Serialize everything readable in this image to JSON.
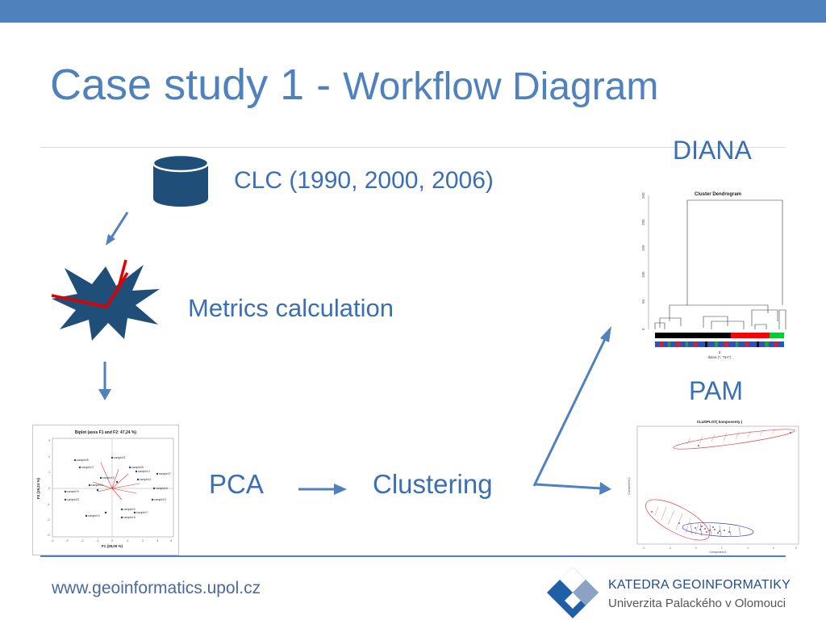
{
  "slide": {
    "title_main": "Case study 1 - ",
    "title_sub": "Workflow Diagram"
  },
  "workflow": {
    "clc_label": "CLC (1990, 2000, 2006)",
    "metrics_label": "Metrics  calculation",
    "pca_label": "PCA",
    "clustering_label": "Clustering",
    "diana_label": "DIANA",
    "pam_label": "PAM"
  },
  "biplot": {
    "title": "Biplot (axes F1 and F2: 47,24 %)",
    "xlabel": "F1 (28,00 %)",
    "ylabel": "F2 (19,24 %)",
    "samples": [
      "sample05",
      "sample21",
      "sample13",
      "sample09",
      "sample12",
      "sample27",
      "sample15",
      "sample11",
      "sample19",
      "sample23",
      "sample24",
      "sample03",
      "sample16",
      "sample22",
      "sample17",
      "sample10",
      "sample18"
    ]
  },
  "dendrogram": {
    "title": "Cluster Dendrogram",
    "xlabel": "d",
    "sublabel": "diana (*, \"NA\")",
    "yticks": [
      "0",
      "50",
      "100",
      "150",
      "200",
      "250"
    ]
  },
  "clusplot": {
    "title": "CLUSPLOT( komponenty )",
    "xlabel": "Component 1",
    "ylabel": "Component 2"
  },
  "footer": {
    "url": "www.geoinformatics.upol.cz",
    "dept_name": "KATEDRA GEOINFORMATIKY",
    "university": "Univerzita Palackého v Olomouci"
  },
  "colors": {
    "accent": "#4f81bd",
    "text_blue": "#3a6fb5",
    "db_icon": "#1f4e79",
    "star": "#1f4e79",
    "star_lines": "#e00000"
  },
  "icons": {
    "database": "database-icon",
    "metrics": "starburst-icon",
    "logo": "geoinformatics-logo"
  }
}
